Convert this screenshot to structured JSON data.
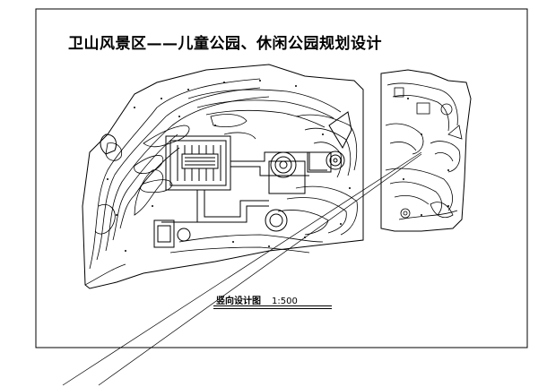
{
  "drawing": {
    "title": "卫山风景区——儿童公园、休闲公园规划设计",
    "caption": "竖向设计图",
    "scale": "1:500"
  }
}
